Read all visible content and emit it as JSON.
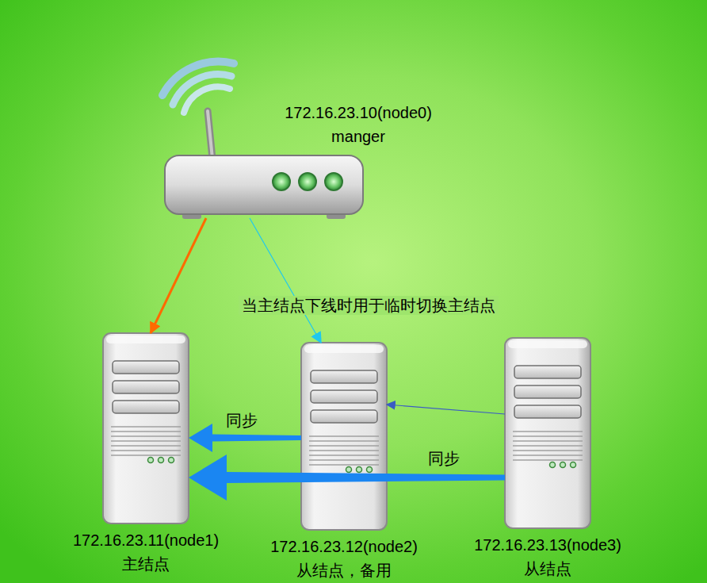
{
  "diagram": {
    "nodes": [
      {
        "text": [
          "172.16.23.10(node0)",
          "manger"
        ]
      },
      {
        "text": [
          "172.16.23.11(node1)",
          "主结点"
        ]
      },
      {
        "text": [
          "172.16.23.12(node2)",
          "从结点，备用"
        ]
      },
      {
        "text": [
          "172.16.23.13(node3)",
          "从结点"
        ]
      }
    ],
    "edges": [
      {
        "from": 0,
        "to": 1,
        "arrow": "to"
      },
      {
        "from": 0,
        "to": 2,
        "arrow": "to",
        "label": "当主结点下线时用于临时切换主结点"
      },
      {
        "from": 2,
        "to": 1,
        "arrow": "to",
        "label": "同步"
      },
      {
        "from": 3,
        "to": 1,
        "arrow": "to",
        "label": "同步"
      },
      {
        "from": 3,
        "to": 2,
        "arrow": "to"
      }
    ]
  }
}
